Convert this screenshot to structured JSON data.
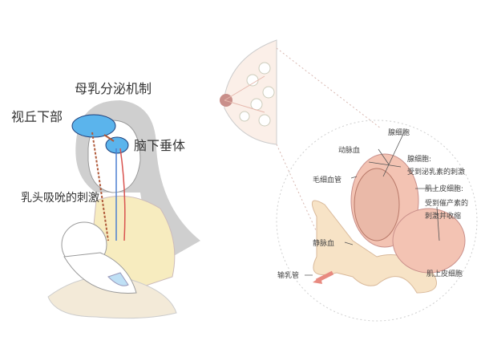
{
  "title": "母乳分泌机制",
  "left_labels": {
    "hypothalamus": "视丘下部",
    "pituitary": "脑下垂体",
    "nipple_stimulus": "乳头吸吮的刺激"
  },
  "right_labels": {
    "gland_cell_top": "腺细胞",
    "arterial_blood": "动脉血",
    "gland_cell": "腺细胞:",
    "gland_cell_desc": "受到泌乳素的刺激",
    "capillary": "毛细血管",
    "myoepithelial": "肌上皮细胞:",
    "myoepithelial_desc1": "受到催产素的",
    "myoepithelial_desc2": "刺激并收缩",
    "venous_blood": "静脉血",
    "myoepithelial_bottom": "肌上皮细胞",
    "milk_duct": "输乳管"
  },
  "colors": {
    "brain": "#5bb4ec",
    "hair": "#c9c9c9",
    "shirt": "#f7ecbf",
    "tissue": "#f3c3b3",
    "duct": "#f7e3c6",
    "arrow": "#d9534f"
  }
}
